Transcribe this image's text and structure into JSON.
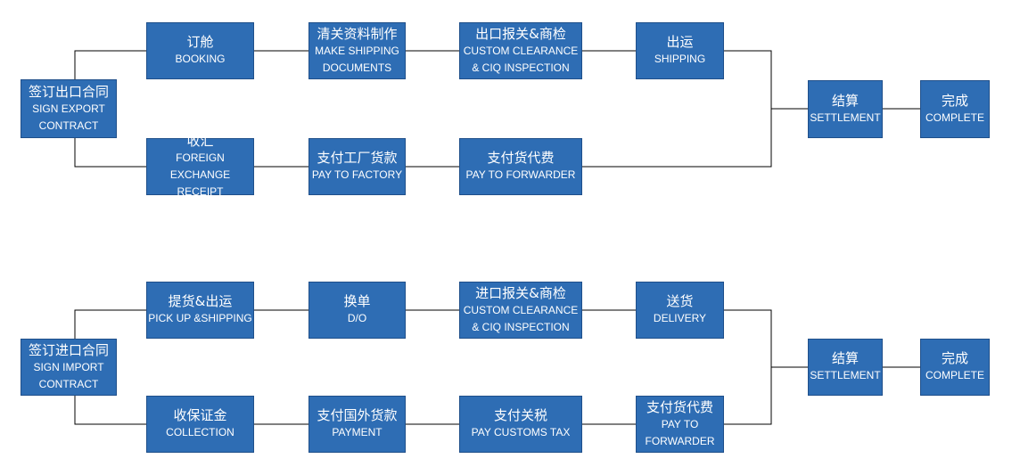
{
  "export_flow": {
    "start": {
      "zh": "签订出口合同",
      "en": "SIGN EXPORT\nCONTRACT"
    },
    "booking": {
      "zh": "订舱",
      "en": "BOOKING"
    },
    "docs": {
      "zh": "清关资料制作",
      "en": "MAKE SHIPPING\nDOCUMENTS"
    },
    "customs": {
      "zh": "出口报关&商检",
      "en": "CUSTOM CLEARANCE\n& CIQ INSPECTION"
    },
    "shipping": {
      "zh": "出运",
      "en": "SHIPPING"
    },
    "receipt": {
      "zh": "收汇",
      "en": "FOREIGN\nEXCHANGE RECEIPT"
    },
    "pay_factory": {
      "zh": "支付工厂货款",
      "en": "PAY TO FACTORY"
    },
    "pay_forwarder": {
      "zh": "支付货代费",
      "en": "PAY TO FORWARDER"
    },
    "settlement": {
      "zh": "结算",
      "en": "SETTLEMENT"
    },
    "complete": {
      "zh": "完成",
      "en": "COMPLETE"
    }
  },
  "import_flow": {
    "start": {
      "zh": "签订进口合同",
      "en": "SIGN IMPORT\nCONTRACT"
    },
    "pickup": {
      "zh": "提货&出运",
      "en": "PICK UP &SHIPPING"
    },
    "do": {
      "zh": "换单",
      "en": "D/O"
    },
    "customs": {
      "zh": "进口报关&商检",
      "en": "CUSTOM CLEARANCE\n& CIQ INSPECTION"
    },
    "delivery": {
      "zh": "送货",
      "en": "DELIVERY"
    },
    "collection": {
      "zh": "收保证金",
      "en": "COLLECTION"
    },
    "payment": {
      "zh": "支付国外货款",
      "en": "PAYMENT"
    },
    "pay_tax": {
      "zh": "支付关税",
      "en": "PAY CUSTOMS TAX"
    },
    "pay_forwarder": {
      "zh": "支付货代费",
      "en": "PAY TO\nFORWARDER"
    },
    "settlement": {
      "zh": "结算",
      "en": "SETTLEMENT"
    },
    "complete": {
      "zh": "完成",
      "en": "COMPLETE"
    }
  },
  "colors": {
    "box_fill": "#2e6db4",
    "box_border": "#1f4f8a",
    "text": "#ffffff",
    "connector": "#000000"
  }
}
